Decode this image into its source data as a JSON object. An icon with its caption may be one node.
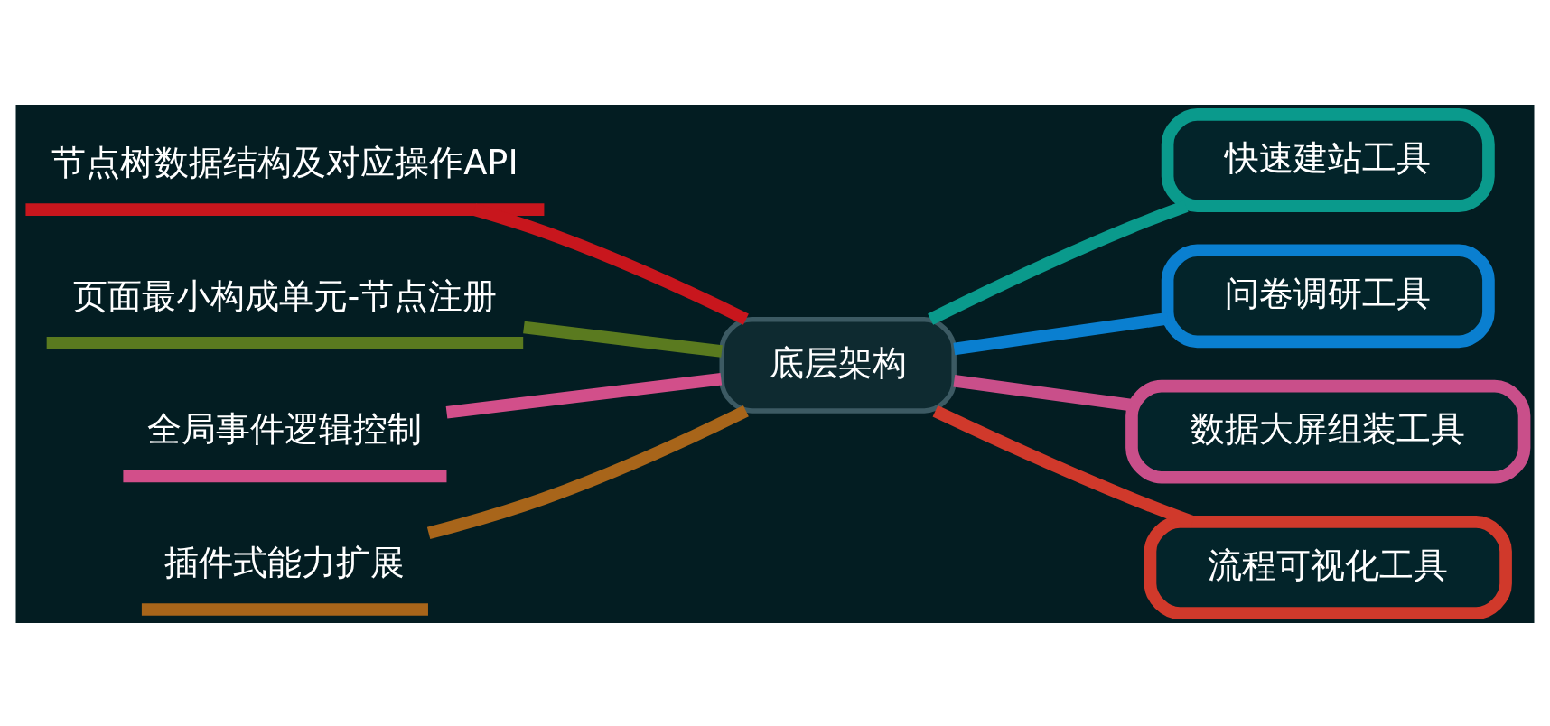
{
  "diagram": {
    "nodes": [
      {
        "text": [
          "底层架构"
        ]
      },
      {
        "text": [
          "节点树数据结构及对应操作API"
        ]
      },
      {
        "text": [
          "页面最小构成单元-节点注册"
        ]
      },
      {
        "text": [
          "全局事件逻辑控制"
        ]
      },
      {
        "text": [
          "插件式能力扩展"
        ]
      },
      {
        "text": [
          "快速建站工具"
        ]
      },
      {
        "text": [
          "问卷调研工具"
        ]
      },
      {
        "text": [
          "数据大屏组装工具"
        ]
      },
      {
        "text": [
          "流程可视化工具"
        ]
      }
    ],
    "edges": [
      {
        "from": 1,
        "to": 0,
        "arrow": "none",
        "color": "#c8161d"
      },
      {
        "from": 2,
        "to": 0,
        "arrow": "none",
        "color": "#5a7a1f"
      },
      {
        "from": 3,
        "to": 0,
        "arrow": "none",
        "color": "#d24f8a"
      },
      {
        "from": 4,
        "to": 0,
        "arrow": "none",
        "color": "#a8651a"
      },
      {
        "from": 0,
        "to": 5,
        "arrow": "none",
        "color": "#0a9a8c"
      },
      {
        "from": 0,
        "to": 6,
        "arrow": "none",
        "color": "#0a7fd0"
      },
      {
        "from": 0,
        "to": 7,
        "arrow": "none",
        "color": "#c94f8a"
      },
      {
        "from": 0,
        "to": 8,
        "arrow": "none",
        "color": "#d0392b"
      }
    ]
  }
}
